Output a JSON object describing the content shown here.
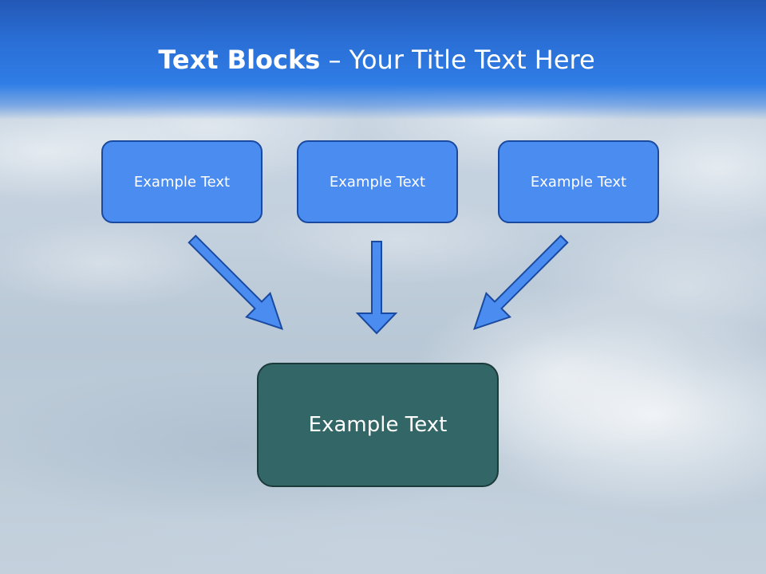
{
  "slide": {
    "title_bold": "Text Blocks",
    "title_dash": " – ",
    "title_rest": "Your Title Text Here"
  },
  "blocks": [
    {
      "label": "Example Text"
    },
    {
      "label": "Example Text"
    },
    {
      "label": "Example Text"
    }
  ],
  "result_block": {
    "label": "Example Text"
  },
  "colors": {
    "header": "#2a6fd6",
    "top_box_fill": "#4a8cf0",
    "top_box_border": "#1a4aa0",
    "bottom_box_fill": "#336666",
    "arrow_fill": "#4a8cf0",
    "arrow_stroke": "#1a4aa0"
  }
}
